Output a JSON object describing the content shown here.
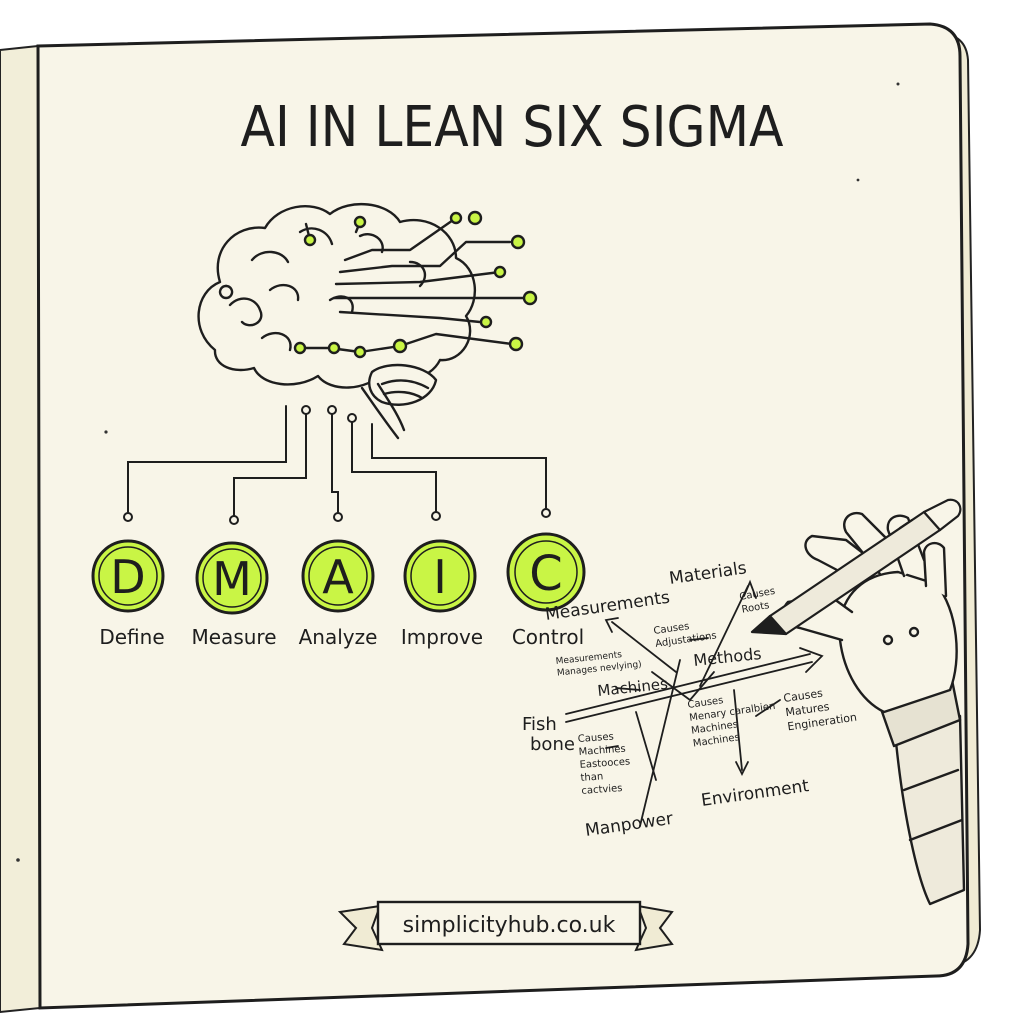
{
  "title": "AI IN LEAN SIX SIGMA",
  "colors": {
    "accent": "#c9f545",
    "ink": "#1e1e1e",
    "paper": "#f8f5e8",
    "paper_edge": "#efe9d2"
  },
  "icons": [
    "brain-circuit-icon",
    "robot-hand-icon",
    "pen-icon"
  ],
  "dmaic": [
    {
      "letter": "D",
      "label": "Define"
    },
    {
      "letter": "M",
      "label": "Measure"
    },
    {
      "letter": "A",
      "label": "Analyze"
    },
    {
      "letter": "I",
      "label": "Improve"
    },
    {
      "letter": "C",
      "label": "Control"
    }
  ],
  "fishbone": {
    "head_label": "Fish\nbone",
    "categories": {
      "materials": "Materials",
      "measurements": "Measurements",
      "methods": "Methods",
      "machines": "Machines",
      "manpower": "Manpower",
      "environment": "Environment"
    },
    "notes": {
      "top_right": "Causes\nRoots",
      "measurements_sub": "Measurements\nManages nevlying)",
      "methods_sub": "Causes\nAdjustations",
      "middle": "Causes\nMenary caralbien\nMachines\nMachines",
      "right": "Causes\nMatures\nEngineration",
      "lower_left": "Causes\nMachines\nEastooces\nthan\ncactvies"
    }
  },
  "footer": "simplicityhub.co.uk"
}
